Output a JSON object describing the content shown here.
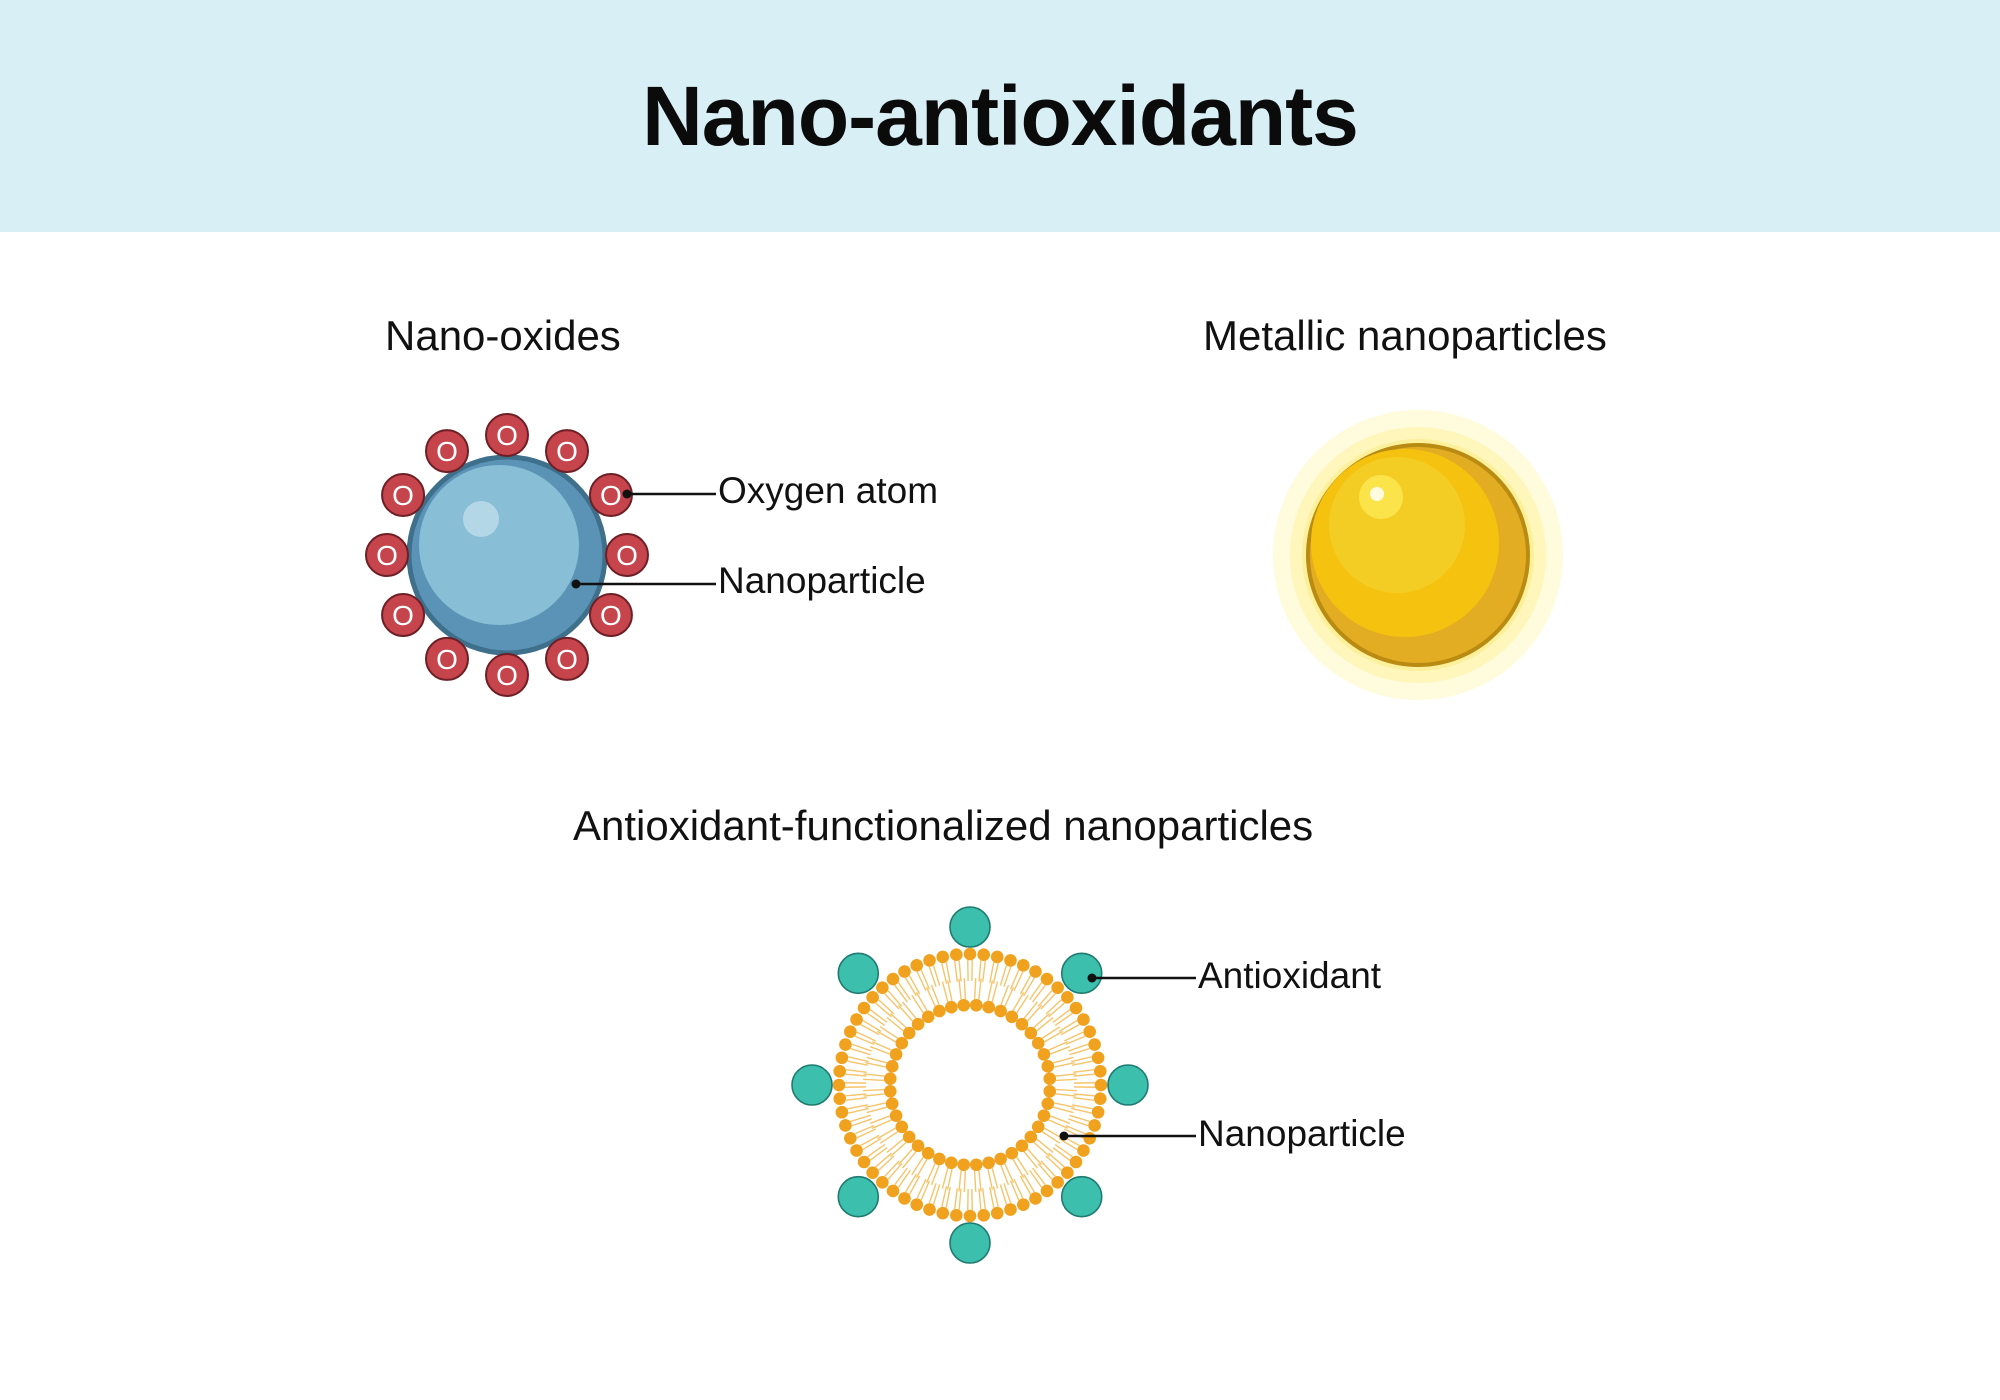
{
  "title": "Nano-antioxidants",
  "sections": {
    "nano_oxides": {
      "title": "Nano-oxides",
      "atom_symbol": "O",
      "labels": {
        "oxygen": "Oxygen atom",
        "nanoparticle": "Nanoparticle"
      }
    },
    "metallic": {
      "title": "Metallic nanoparticles"
    },
    "functionalized": {
      "title": "Antioxidant-functionalized nanoparticles",
      "labels": {
        "antioxidant": "Antioxidant",
        "nanoparticle": "Nanoparticle"
      }
    }
  },
  "colors": {
    "header_bg": "#d9eff6",
    "oxide_core": "#86bcd3",
    "oxide_rim": "#4d7f9b",
    "oxygen_atom": "#c6444c",
    "gold_core": "#f3c212",
    "gold_glow": "#fdf7c0",
    "antioxidant": "#3dbfae",
    "lipid": "#f0a11e"
  }
}
